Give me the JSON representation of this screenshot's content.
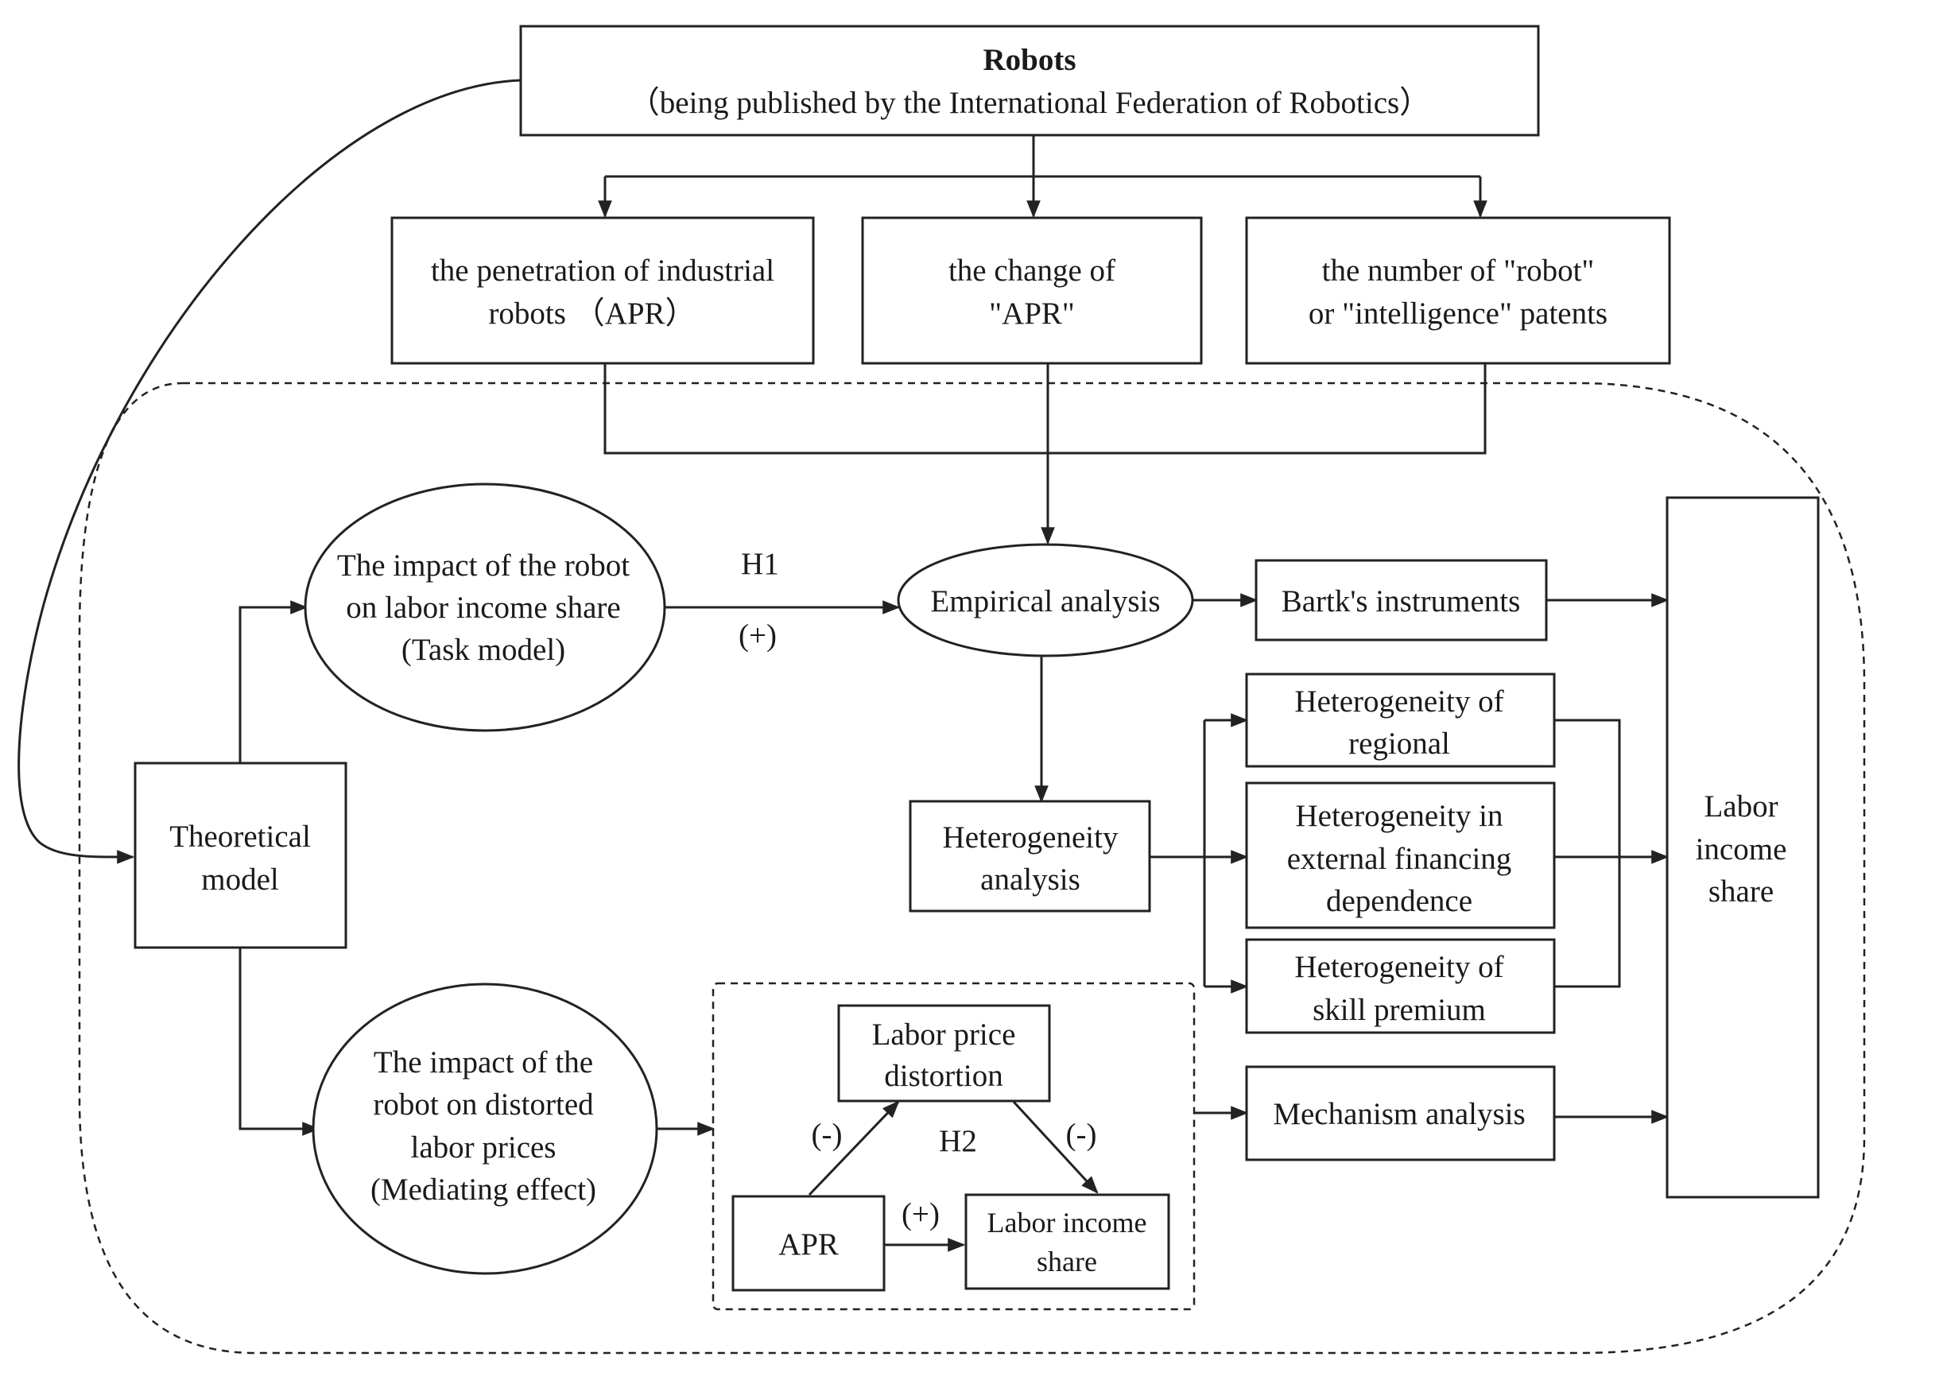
{
  "robots": {
    "title": "Robots",
    "subtitle": "（being published by the International Federation of Robotics）"
  },
  "measures": {
    "apr": [
      "the penetration of industrial",
      "robots （APR）"
    ],
    "change": [
      "the change of",
      "\"APR\""
    ],
    "patents": [
      "the number of \"robot\"",
      "or \"intelligence\" patents"
    ]
  },
  "theoretical_model": [
    "Theoretical",
    "model"
  ],
  "task_model": [
    "The impact of the robot",
    "on labor income share",
    "(Task model)"
  ],
  "mediating_model": [
    "The impact of the",
    "robot on distorted",
    "labor prices",
    "(Mediating effect)"
  ],
  "empirical": "Empirical analysis",
  "h1": {
    "label": "H1",
    "sign": "(+)"
  },
  "instruments": "Bartk's instruments",
  "heterogeneity": {
    "analysis": [
      "Heterogeneity",
      "analysis"
    ],
    "regional": [
      "Heterogeneity of",
      "regional"
    ],
    "financing": [
      "Heterogeneity in",
      "external financing",
      "dependence"
    ],
    "skill": [
      "Heterogeneity of",
      "skill premium"
    ]
  },
  "mechanism_inset": {
    "distortion": [
      "Labor price",
      "distortion"
    ],
    "apr": "APR",
    "labor_share": [
      "Labor income",
      "share"
    ],
    "neg_left": "(-)",
    "neg_right": "(-)",
    "h2": "H2",
    "pos": "(+)"
  },
  "mechanism": "Mechanism analysis",
  "outcome": [
    "Labor",
    "income",
    "share"
  ],
  "colors": {
    "stroke": "#222222",
    "background": "#ffffff"
  }
}
